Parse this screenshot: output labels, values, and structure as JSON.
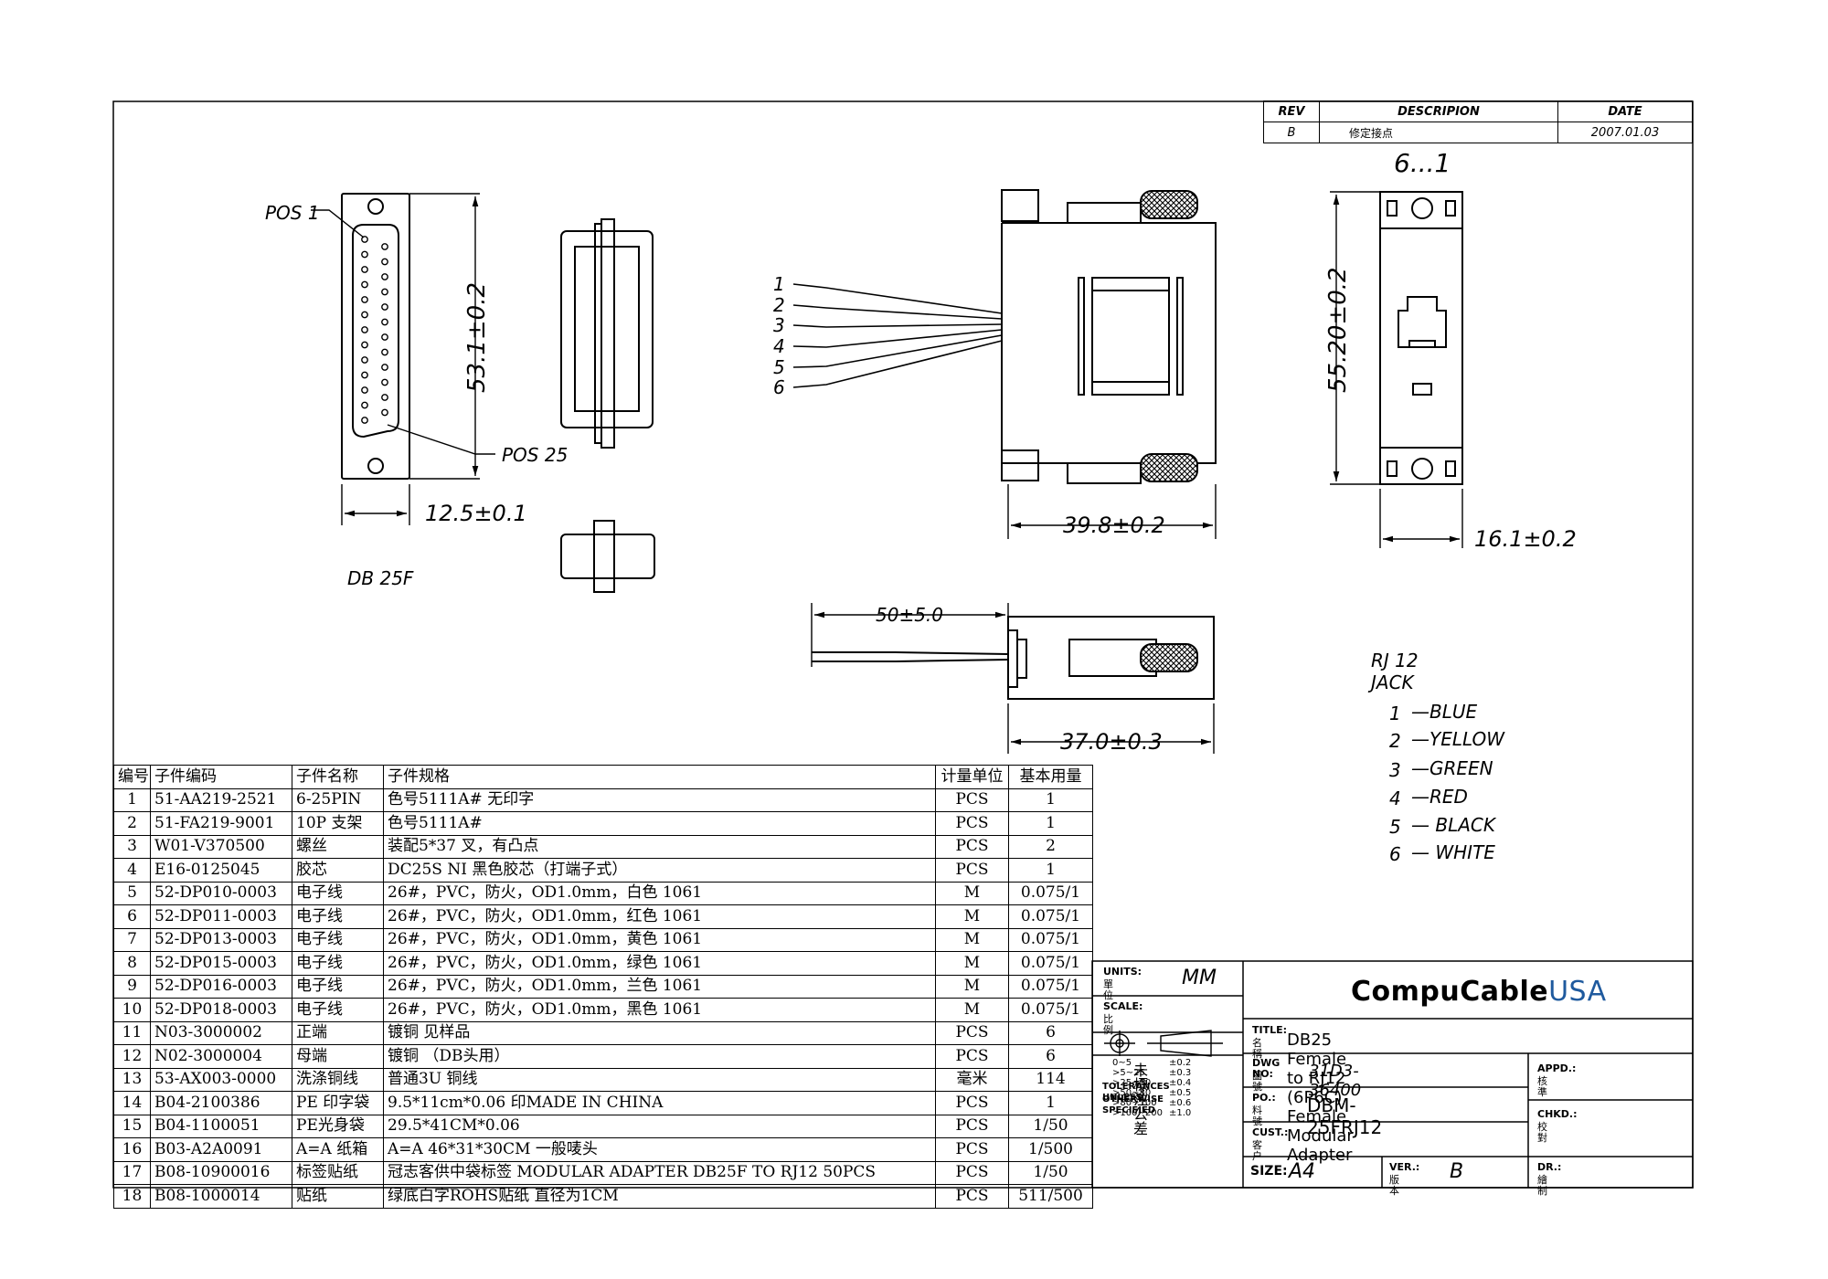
{
  "revision": {
    "headers": [
      "REV",
      "DESCRIPION",
      "DATE"
    ],
    "rows": [
      [
        "B",
        "修定接点",
        "2007.01.03"
      ]
    ]
  },
  "drawing_labels": {
    "pin_range": "6...1",
    "pos1": "POS 1",
    "pos25": "POS 25",
    "db25_height": "53.1±0.2",
    "db25_width": "12.5±0.1",
    "db25_name": "DB 25F",
    "side_width": "39.8±0.2",
    "wire_length": "50±5.0",
    "bottom_width": "37.0±0.3",
    "rj_height": "55.20±0.2",
    "rj_width": "16.1±0.2",
    "wire_numbers": [
      "1",
      "2",
      "3",
      "4",
      "5",
      "6"
    ]
  },
  "rj12": {
    "title_line1": "RJ 12",
    "title_line2": "JACK",
    "pins": [
      {
        "num": "1",
        "color": "—BLUE"
      },
      {
        "num": "2",
        "color": "—YELLOW"
      },
      {
        "num": "3",
        "color": "—GREEN"
      },
      {
        "num": "4",
        "color": "—RED"
      },
      {
        "num": "5",
        "color": "— BLACK"
      },
      {
        "num": "6",
        "color": "— WHITE"
      }
    ]
  },
  "bom": {
    "headers": [
      "编号",
      "子件编码",
      "子件名称",
      "子件规格",
      "计量单位",
      "基本用量"
    ],
    "rows": [
      [
        "1",
        "51-AA219-2521",
        "6-25PIN",
        "色号5111A# 无印字",
        "PCS",
        "1"
      ],
      [
        "2",
        "51-FA219-9001",
        "10P 支架",
        "色号5111A#",
        "PCS",
        "1"
      ],
      [
        "3",
        "W01-V370500",
        "螺丝",
        "装配5*37 叉，有凸点",
        "PCS",
        "2"
      ],
      [
        "4",
        "E16-0125045",
        "胶芯",
        "DC25S  NI 黑色胶芯（打端子式）",
        "PCS",
        "1"
      ],
      [
        "5",
        "52-DP010-0003",
        "电子线",
        "26#，PVC，防火，OD1.0mm，白色  1061",
        "M",
        "0.075/1"
      ],
      [
        "6",
        "52-DP011-0003",
        "电子线",
        "26#，PVC，防火，OD1.0mm，红色  1061",
        "M",
        "0.075/1"
      ],
      [
        "7",
        "52-DP013-0003",
        "电子线",
        "26#，PVC，防火，OD1.0mm，黄色  1061",
        "M",
        "0.075/1"
      ],
      [
        "8",
        "52-DP015-0003",
        "电子线",
        "26#，PVC，防火，OD1.0mm，绿色  1061",
        "M",
        "0.075/1"
      ],
      [
        "9",
        "52-DP016-0003",
        "电子线",
        "26#，PVC，防火，OD1.0mm，兰色  1061",
        "M",
        "0.075/1"
      ],
      [
        "10",
        "52-DP018-0003",
        "电子线",
        "26#，PVC，防火，OD1.0mm，黑色  1061",
        "M",
        "0.075/1"
      ],
      [
        "11",
        "N03-3000002",
        "正端",
        "镀铜   见样品",
        "PCS",
        "6"
      ],
      [
        "12",
        "N02-3000004",
        "母端",
        "镀铜  （DB头用）",
        "PCS",
        "6"
      ],
      [
        "13",
        "53-AX003-0000",
        "洗涤铜线",
        "普通3U 铜线",
        "毫米",
        "114"
      ],
      [
        "14",
        "B04-2100386",
        "PE 印字袋",
        "9.5*11cm*0.06 印MADE IN CHINA",
        "PCS",
        "1"
      ],
      [
        "15",
        "B04-1100051",
        "PE光身袋",
        "29.5*41CM*0.06",
        "PCS",
        "1/50"
      ],
      [
        "16",
        "B03-A2A0091",
        "A=A 纸箱",
        "A=A  46*31*30CM  一般唛头",
        "PCS",
        "1/500"
      ],
      [
        "17",
        "B08-10900016",
        "标签贴纸",
        "冠志客供中袋标签 MODULAR ADAPTER  DB25F TO RJ12 50PCS",
        "PCS",
        "1/50"
      ],
      [
        "18",
        "B08-1000014",
        "贴纸",
        "绿底白字ROHS贴纸 直径为1CM",
        "PCS",
        "511/500"
      ]
    ]
  },
  "title_block": {
    "units_label": "UNITS:",
    "units_cn": "單 位",
    "units_value": "MM",
    "scale_label": "SCALE:",
    "scale_cn": "比 例",
    "tol_cn": "未標注公差",
    "tol_en1": "TOLERANCES  UNLESS",
    "tol_en2": "OTHERWISE  SPECIFIED",
    "tolerances": [
      [
        "0~5",
        "±0.2"
      ],
      [
        ">5~25",
        "±0.3"
      ],
      [
        ">25~50",
        "±0.4"
      ],
      [
        ">50~80",
        "±0.5"
      ],
      [
        ">80~100",
        "±0.6"
      ],
      [
        ">100~200",
        "±1.0"
      ]
    ],
    "logo_main": "CompuCable",
    "logo_suffix": "USA",
    "title_label": "TITLE:",
    "title_cn": "名 稱",
    "title_value": "DB25 Female to RJ12 (6P6C) Female Modular Adapter",
    "dwg_label": "DWG NO:",
    "dwg_cn": "圖 號",
    "dwg_value": "31D3-36400",
    "po_label": "PO.:",
    "po_cn": "料 號",
    "po_value": "DBM-25FRJ12",
    "cust_label": "CUST.:",
    "cust_cn": "客 户",
    "size_label": "SIZE:",
    "size_value": "A4",
    "ver_label": "VER.:",
    "ver_cn": "版本",
    "ver_value": "B",
    "appd_label": "APPD.:",
    "appd_cn": "核 準",
    "chkd_label": "CHKD.:",
    "chkd_cn": "校 對",
    "dr_label": "DR.:",
    "dr_cn": "繪 制"
  },
  "colors": {
    "line": "#000000",
    "paper": "#ffffff",
    "logo_accent": "#1f5a9e"
  }
}
